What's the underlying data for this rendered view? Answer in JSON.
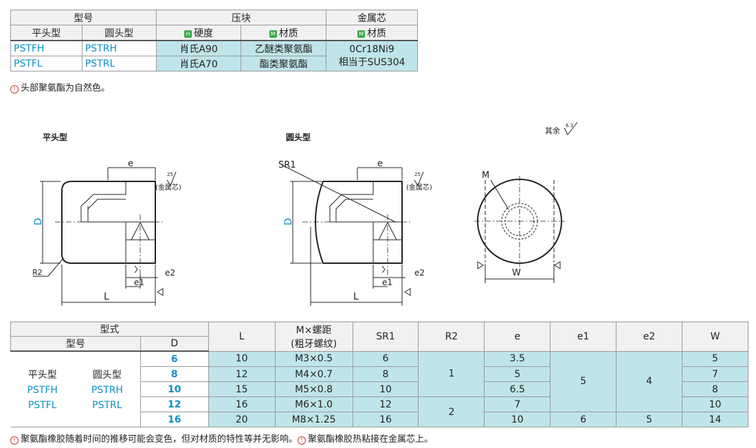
{
  "spec_table": {
    "model_header": "型号",
    "press_header": "压块",
    "core_header": "金属芯",
    "flat_type": "平头型",
    "round_type": "圆头型",
    "hardness_tag": "H",
    "hardness": "硬度",
    "material_tag": "M",
    "material": "材质",
    "core_material_tag": "M",
    "core_material": "材质",
    "rows": [
      {
        "flat": "PSTFH",
        "round": "PSTRH",
        "hardness": "肖氏A90",
        "material": "乙醚类聚氨酯"
      },
      {
        "flat": "PSTFL",
        "round": "PSTRL",
        "hardness": "肖氏A70",
        "material": "酯类聚氨酯"
      }
    ],
    "core_line1": "0Cr18Ni9",
    "core_line2": "相当于SUS304"
  },
  "note_top": "头部聚氨酯为自然色。",
  "drawing": {
    "flat_title": "平头型",
    "round_title": "圆头型",
    "rest_label": "其余",
    "rest_roughness": "6.3",
    "rough_25": "25",
    "core_note": "(金属芯)",
    "sr1": "SR1",
    "M": "M",
    "W": "W",
    "D": "D",
    "L": "L",
    "e": "e",
    "e1": "e1",
    "e2": "e2",
    "R2": "R2",
    "rough_small": "6.3"
  },
  "dim_table": {
    "style_header": "型式",
    "model_header": "型号",
    "D_header": "D",
    "L_header": "L",
    "M_header_line1": "M×螺距",
    "M_header_line2": "(粗牙螺纹)",
    "SR1_header": "SR1",
    "R2_header": "R2",
    "e_header": "e",
    "e1_header": "e1",
    "e2_header": "e2",
    "W_header": "W",
    "flat_type": "平头型",
    "round_type": "圆头型",
    "flat_h": "PSTFH",
    "round_h": "PSTRH",
    "flat_l": "PSTFL",
    "round_l": "PSTRL",
    "rows": [
      {
        "D": "6",
        "L": "10",
        "M": "M3×0.5",
        "SR1": "6",
        "e": "3.5",
        "W": "5"
      },
      {
        "D": "8",
        "L": "12",
        "M": "M4×0.7",
        "SR1": "8",
        "e": "5",
        "W": "7"
      },
      {
        "D": "10",
        "L": "15",
        "M": "M5×0.8",
        "SR1": "10",
        "e": "6.5",
        "W": "8"
      },
      {
        "D": "12",
        "L": "16",
        "M": "M6×1.0",
        "SR1": "12",
        "e": "7",
        "W": "10"
      },
      {
        "D": "16",
        "L": "20",
        "M": "M8×1.25",
        "SR1": "16",
        "e": "10",
        "W": "14"
      }
    ],
    "R2_group1": "1",
    "R2_group2": "2",
    "e1_group1": "5",
    "e1_last": "6",
    "e2_group1": "4",
    "e2_last": "5"
  },
  "note_bottom_1": "聚氨酯橡胶随着时间的推移可能会变色，但对材质的特性等并无影响。",
  "note_bottom_2": "聚氨酯橡胶热粘接在金属芯上。"
}
